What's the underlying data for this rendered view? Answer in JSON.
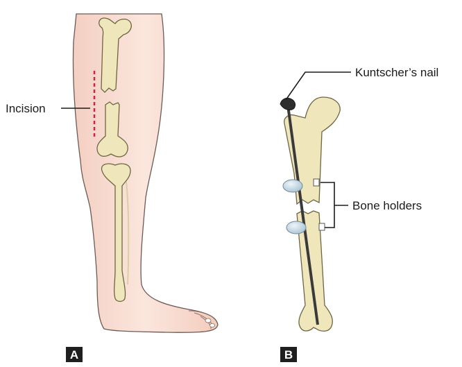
{
  "panels": {
    "a": {
      "letter": "A"
    },
    "b": {
      "letter": "B"
    }
  },
  "labels": {
    "incision": "Incision",
    "nail": "Kuntscher’s nail",
    "holders": "Bone holders"
  },
  "colors": {
    "skin": "#f7d9cc",
    "skin_outline": "#6b5a55",
    "bone": "#efe6bb",
    "bone_outline": "#6d6542",
    "incision": "#d8203c",
    "nail": "#3a3a3a",
    "holder": "#c9dbe6"
  }
}
